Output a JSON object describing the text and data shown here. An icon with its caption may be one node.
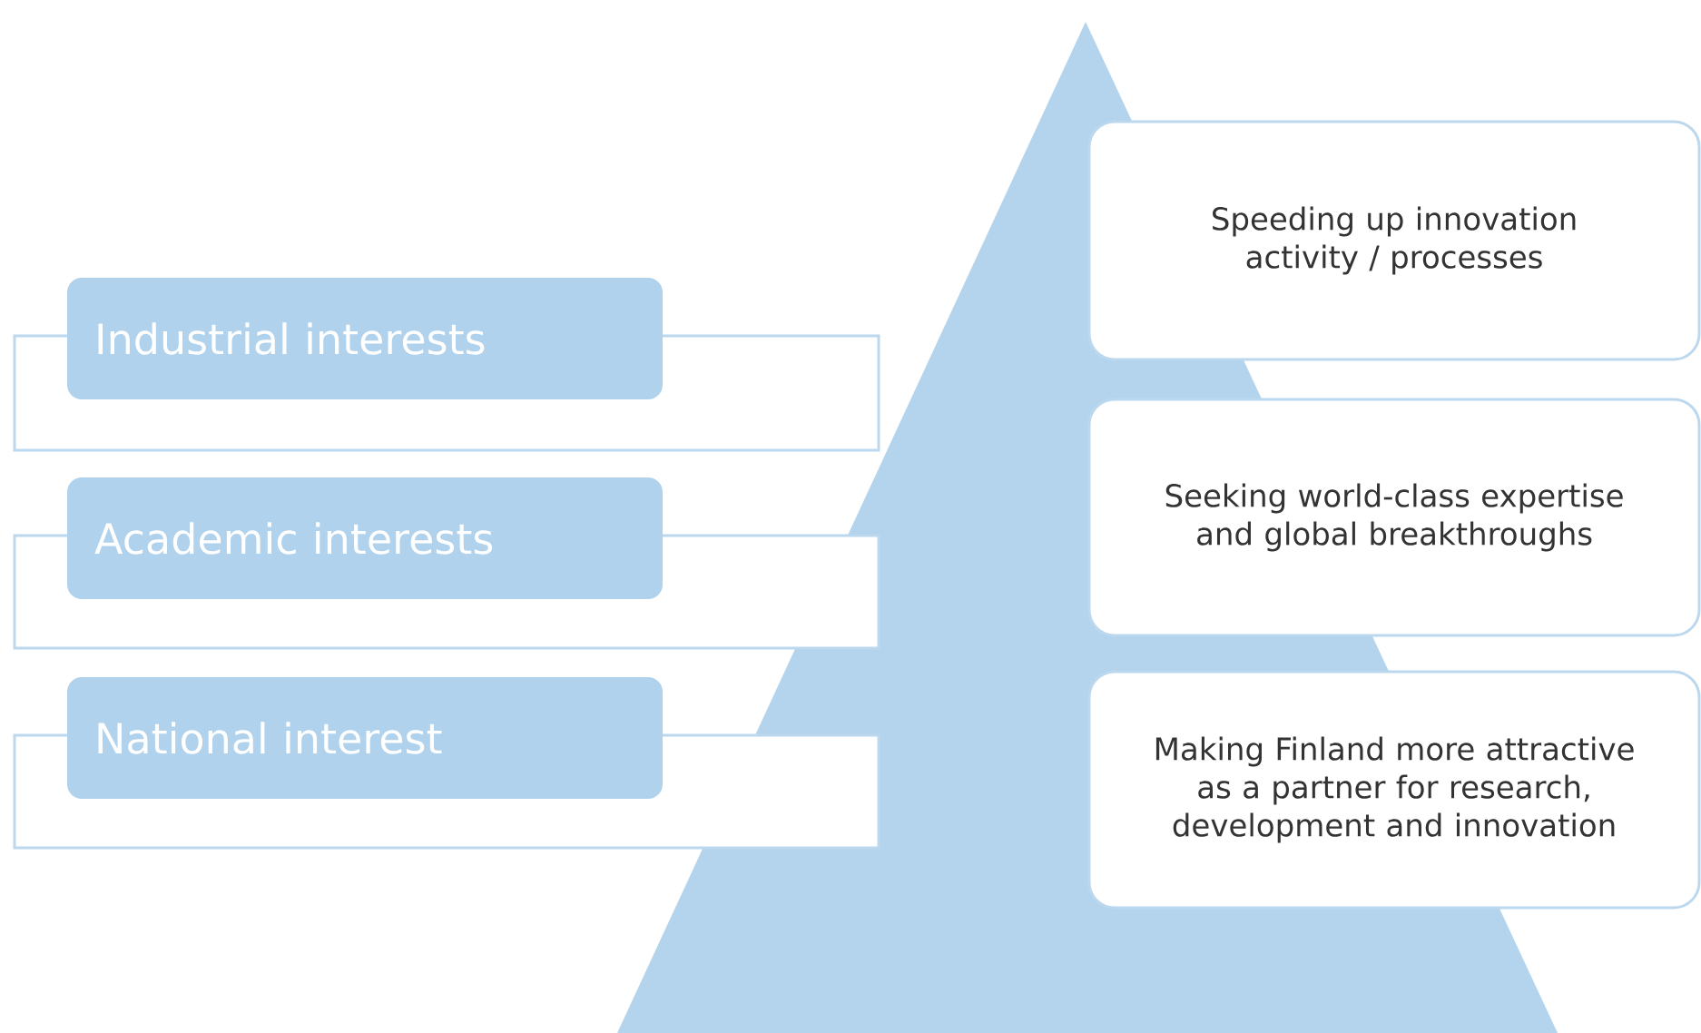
{
  "diagram": {
    "nodes": [
      {
        "text": [],
        "shape": "triangle"
      },
      {
        "text": [
          "Industrial interests"
        ]
      },
      {
        "text": [
          "Academic interests"
        ]
      },
      {
        "text": [
          "National interest"
        ]
      },
      {
        "text": [
          "Speeding up innovation activity / processes"
        ]
      },
      {
        "text": [
          "Seeking world-class expertise and global breakthroughs"
        ]
      },
      {
        "text": [
          "Making Finland more attractive as a partner for research, development and innovation"
        ]
      }
    ]
  }
}
